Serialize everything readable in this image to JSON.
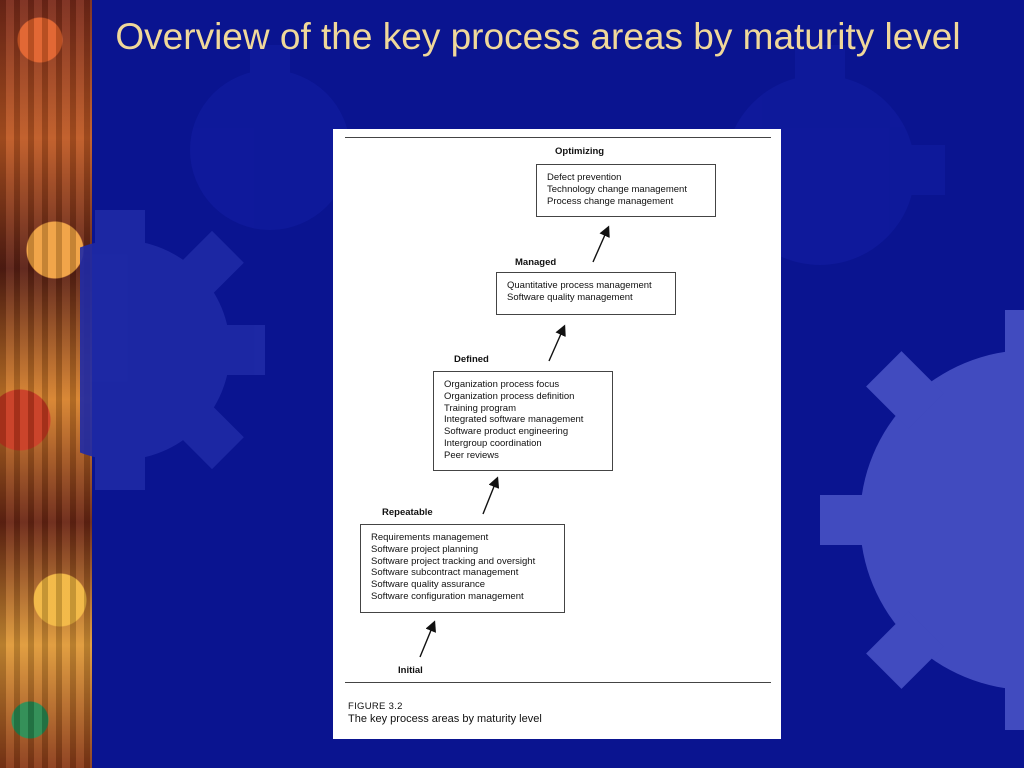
{
  "slide": {
    "title": "Overview of the key process areas by maturity level"
  },
  "figure": {
    "levels": [
      {
        "name": "Optimizing",
        "areas": [
          "Defect prevention",
          "Technology change management",
          "Process change management"
        ]
      },
      {
        "name": "Managed",
        "areas": [
          "Quantitative process management",
          "Software quality management"
        ]
      },
      {
        "name": "Defined",
        "areas": [
          "Organization process focus",
          "Organization process definition",
          "Training program",
          "Integrated software management",
          "Software product engineering",
          "Intergroup coordination",
          "Peer reviews"
        ]
      },
      {
        "name": "Repeatable",
        "areas": [
          "Requirements management",
          "Software project planning",
          "Software project tracking and oversight",
          "Software subcontract management",
          "Software quality assurance",
          "Software configuration management"
        ]
      },
      {
        "name": "Initial",
        "areas": []
      }
    ],
    "caption_label": "FIGURE 3.2",
    "caption_text": "The key process areas by maturity level"
  },
  "colors": {
    "background": "#0a1490",
    "title": "#f0d89a",
    "gear": "#2a35b8"
  }
}
